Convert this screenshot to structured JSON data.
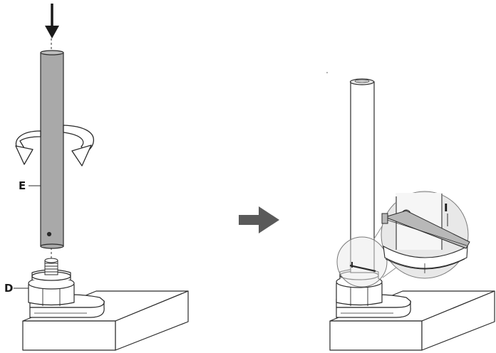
{
  "labels": {
    "tube": "E",
    "base_nut": "D",
    "hex_key": "I"
  },
  "colors": {
    "outline": "#2b2b2b",
    "tube_fill": "#a9a9a9",
    "rotate_fill": "#ffffff",
    "arrow_fill": "#5a5a5a",
    "block_fill": "#ffffff"
  },
  "icons": {
    "push_down": "arrow-down-icon",
    "rotate": "rotate-icon",
    "next_step": "arrow-right-icon"
  }
}
